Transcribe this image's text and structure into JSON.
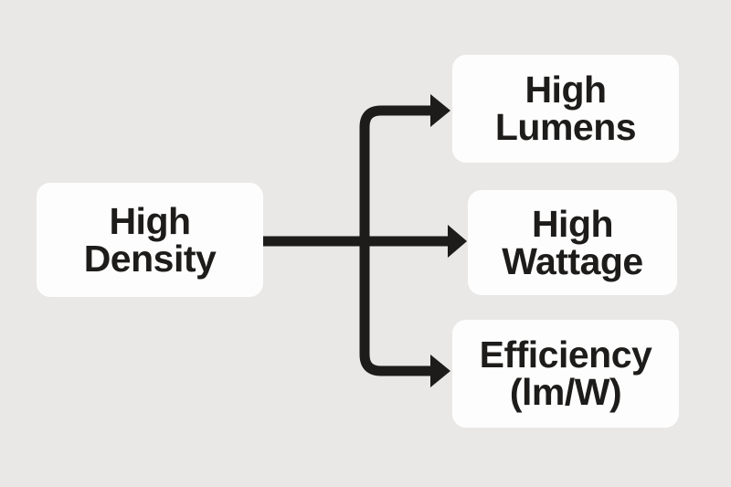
{
  "colors": {
    "background": "#e9e8e7",
    "node_background": "#fdfdfd",
    "arrow": "#1d1c1a",
    "text": "#1d1c1a"
  },
  "diagram": {
    "type": "flowchart",
    "direction": "left-to-right",
    "nodes": {
      "source": {
        "label": "High Density",
        "lines": [
          "High",
          "Density"
        ]
      },
      "lumens": {
        "label": "High Lumens",
        "lines": [
          "High",
          "Lumens"
        ]
      },
      "wattage": {
        "label": "High Wattage",
        "lines": [
          "High",
          "Wattage"
        ]
      },
      "efficiency": {
        "label": "Efficiency (lm/W)",
        "lines": [
          "Efficiency",
          "(lm/W)"
        ]
      }
    },
    "edges": [
      {
        "from": "High Density",
        "to": "High Lumens"
      },
      {
        "from": "High Density",
        "to": "High Wattage"
      },
      {
        "from": "High Density",
        "to": "Efficiency (lm/W)"
      }
    ]
  }
}
